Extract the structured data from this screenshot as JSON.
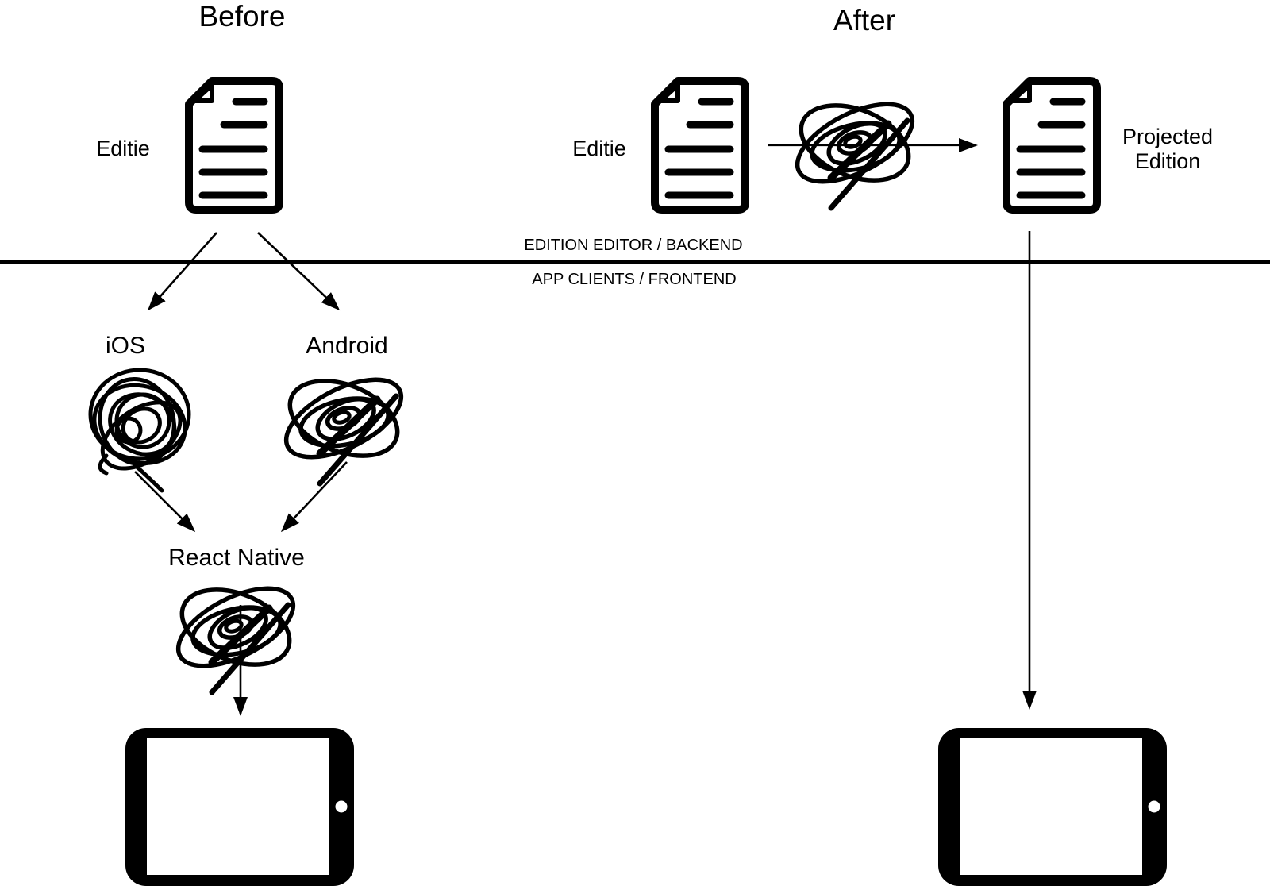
{
  "titles": {
    "before": "Before",
    "after": "After"
  },
  "divider": {
    "backend_label": "EDITION EDITOR / BACKEND",
    "frontend_label": "APP CLIENTS / FRONTEND"
  },
  "before": {
    "edition_label": "Editie",
    "ios_label": "iOS",
    "android_label": "Android",
    "react_native_label": "React Native"
  },
  "after": {
    "edition_label": "Editie",
    "projected_edition_line1": "Projected",
    "projected_edition_line2": "Edition"
  },
  "colors": {
    "ink": "#000000",
    "background": "#ffffff"
  }
}
